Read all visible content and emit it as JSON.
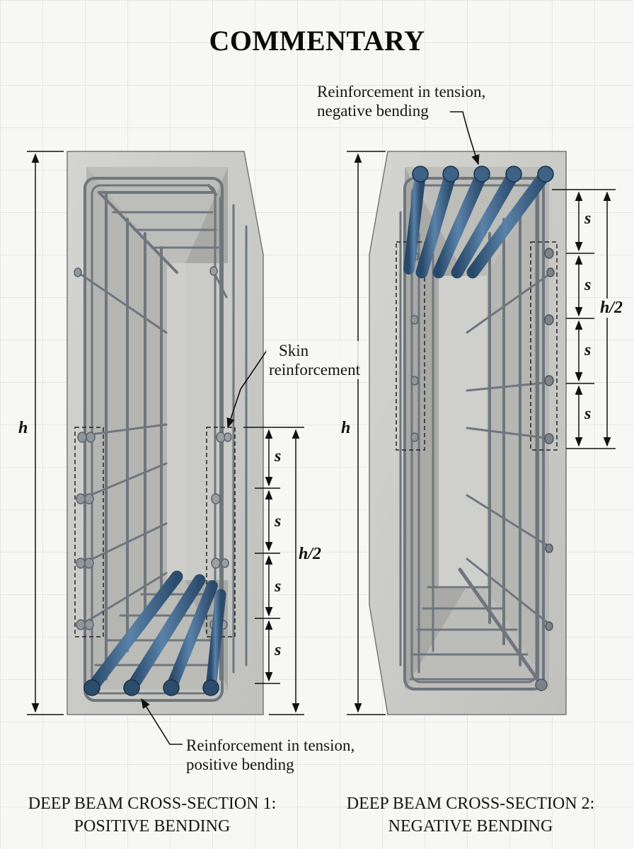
{
  "title": "COMMENTARY",
  "callouts": {
    "tension_negative": [
      "Reinforcement in tension,",
      "negative bending"
    ],
    "skin": [
      "Skin",
      "reinforcement"
    ],
    "tension_positive": [
      "Reinforcement in tension,",
      "positive bending"
    ]
  },
  "dimensions": {
    "height": "h",
    "half_height": "h/2",
    "spacing": "s"
  },
  "captions": {
    "section1": [
      "DEEP BEAM CROSS-SECTION 1:",
      "POSITIVE BENDING"
    ],
    "section2": [
      "DEEP BEAM CROSS-SECTION 2:",
      "NEGATIVE BENDING"
    ]
  },
  "colors": {
    "concrete": "#c9c9c6",
    "concrete_face": "#b1b1ae",
    "steel": "#6f767d",
    "tension_bar": "#3d6285"
  }
}
